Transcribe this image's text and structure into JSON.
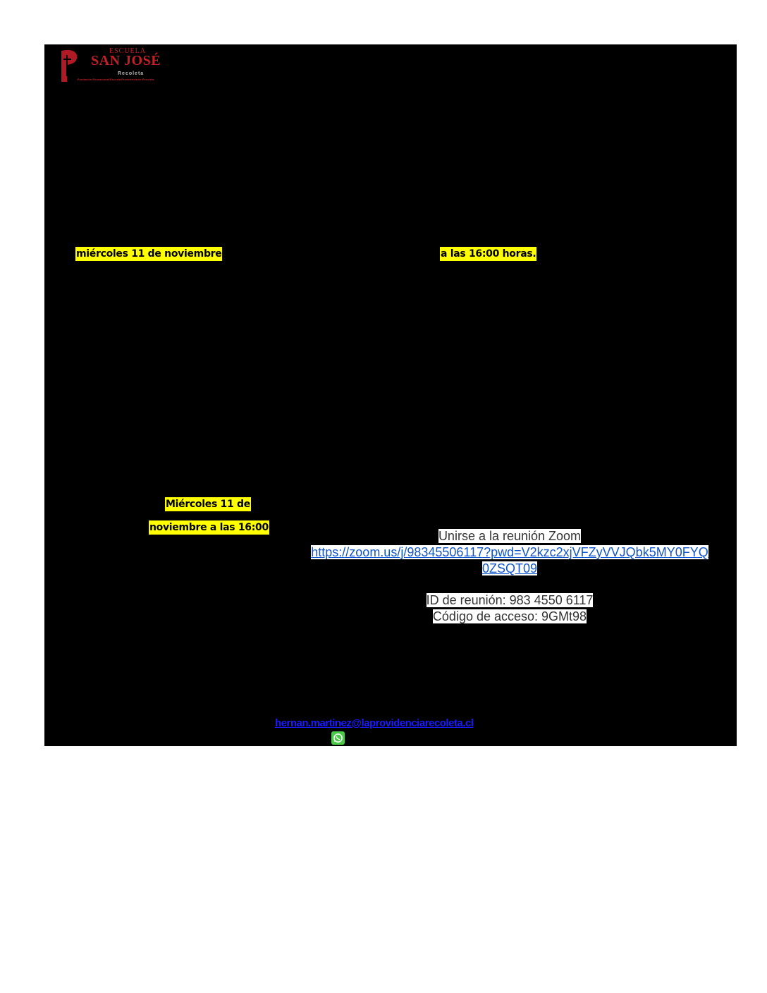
{
  "logo": {
    "line1": "ESCUELA",
    "line2": "SAN JOSÉ",
    "line3": "Recoleta",
    "line4": "Fundación Educacional Escuela Providencia de Recoleta"
  },
  "highlights": {
    "date1": "miércoles 11 de noviembre",
    "time1": "a las 16:00 horas.",
    "date2_line1": "Miércoles 11 de",
    "date2_line2": "noviembre  a las 16:00"
  },
  "zoom": {
    "title": "Unirse a la reunión Zoom",
    "link_line1": "https://zoom.us/j/98345506117?pwd=V2kzc2xjVFZyVVJQbk5MY0FYQ",
    "link_line2": "0ZSQT09",
    "meeting_id": "ID de reunión: 983 4550 6117",
    "access_code": "Código de acceso: 9GMt98"
  },
  "contact": {
    "email": "hernan.martinez@laprovidenciarecoleta.cl"
  },
  "colors": {
    "highlight": "#ffff00",
    "link": "#1155cc",
    "brand": "#c0202a"
  }
}
